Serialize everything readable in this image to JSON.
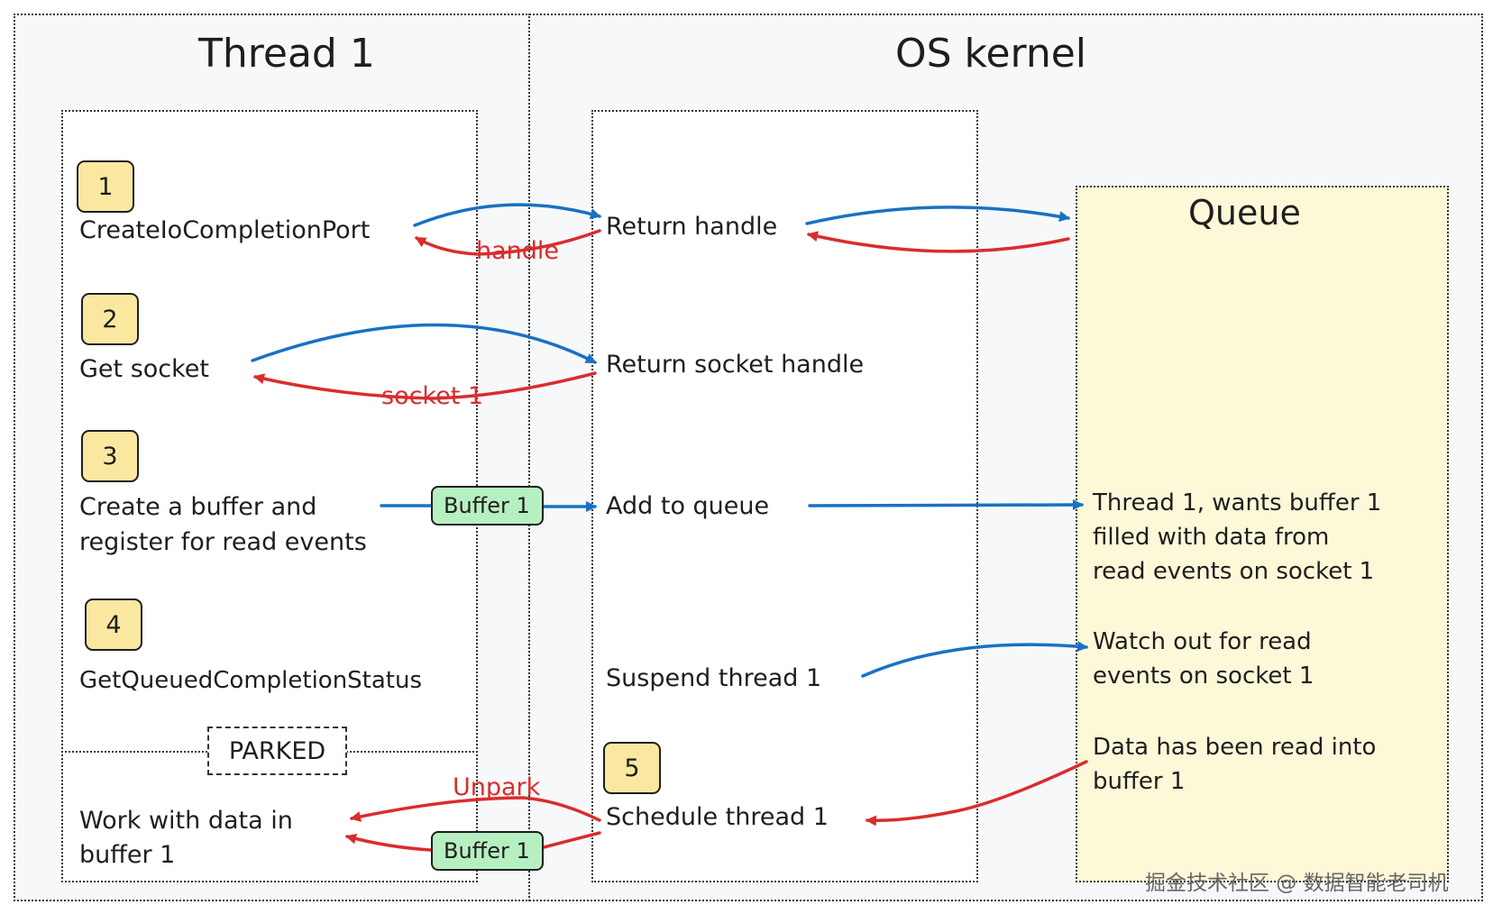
{
  "titles": {
    "thread": "Thread 1",
    "kernel": "OS kernel",
    "queue": "Queue"
  },
  "thread_steps": [
    {
      "badge": "1",
      "label": "CreateIoCompletionPort"
    },
    {
      "badge": "2",
      "label": "Get socket"
    },
    {
      "badge": "3",
      "label_line1": "Create a buffer and",
      "label_line2": "register for read events"
    },
    {
      "badge": "4",
      "label": "GetQueuedCompletionStatus"
    }
  ],
  "parked": "PARKED",
  "work_line1": "Work with data in",
  "work_line2": "buffer 1",
  "kernel_items": {
    "return_handle": "Return handle",
    "return_socket": "Return socket handle",
    "add_queue": "Add to queue",
    "suspend": "Suspend thread 1",
    "schedule_badge": "5",
    "schedule": "Schedule thread 1"
  },
  "queue_items": {
    "wants_1": "Thread 1, wants buffer 1",
    "wants_2": "filled with data from",
    "wants_3": "read events on socket 1",
    "watch_1": "Watch out for read",
    "watch_2": "events on socket 1",
    "read_1": "Data has been read into",
    "read_2": "buffer 1"
  },
  "arrow_labels": {
    "handle": "handle",
    "socket": "socket 1",
    "unpark": "Unpark"
  },
  "buffers": {
    "outgoing": "Buffer 1",
    "incoming": "Buffer 1"
  },
  "watermark": "掘金技术社区 @ 数据智能老司机",
  "colors": {
    "blue": "#1971c2",
    "red": "#d92d2d",
    "badge": "#fbe8a0",
    "buffer": "#b7f0c0",
    "queue": "#fdf8d8"
  }
}
